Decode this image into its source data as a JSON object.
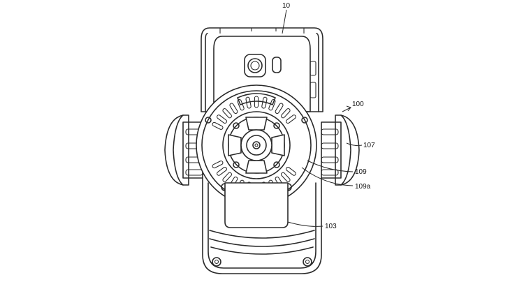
{
  "labels": {
    "phone": "10",
    "holder_assembly": "100",
    "side_arm": "107",
    "charging_module": "109",
    "charging_vents": "109a",
    "bottom_base": "103"
  }
}
